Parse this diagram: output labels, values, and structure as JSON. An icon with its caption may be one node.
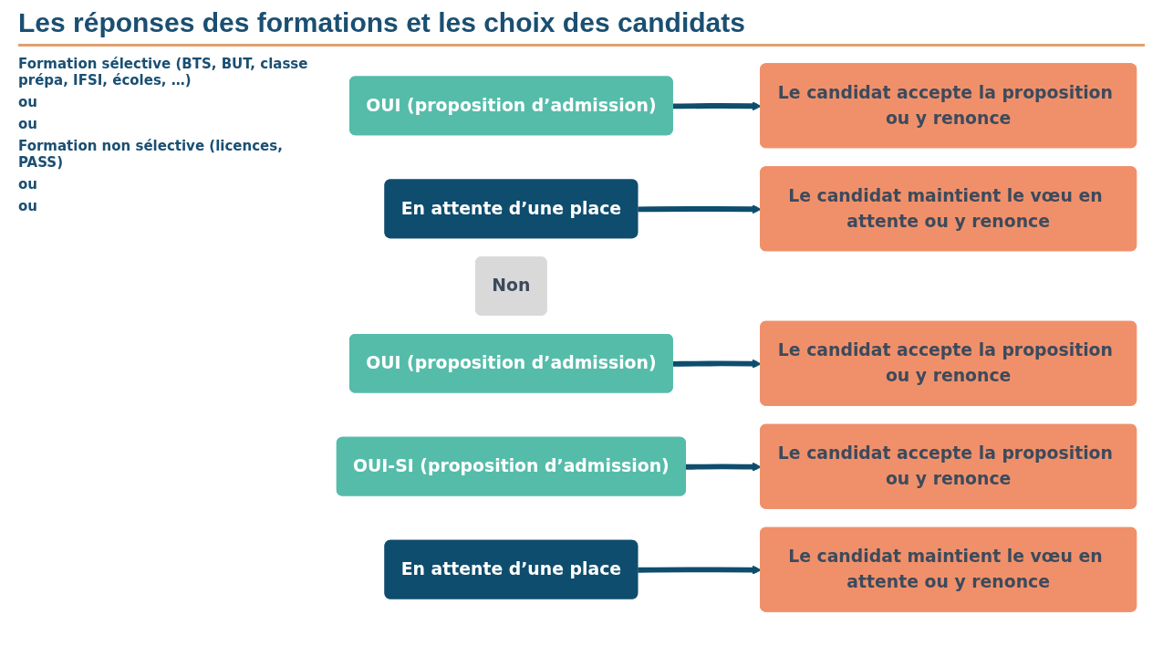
{
  "diagram": {
    "title": "Les réponses des formations et les choix des candidats",
    "nodes": [
      {
        "text": [
          "OUI (proposition d’admission)"
        ]
      },
      {
        "text": [
          "Le candidat accepte la proposition ou y renonce"
        ]
      },
      {
        "text": [
          "En attente d’une place"
        ]
      },
      {
        "text": [
          "Le candidat maintient le vœu en attente ou y renonce"
        ]
      },
      {
        "text": [
          "Non"
        ]
      },
      {
        "text": [
          "OUI (proposition d’admission)"
        ]
      },
      {
        "text": [
          "Le candidat accepte la proposition ou y renonce"
        ]
      },
      {
        "text": [
          "OUI-SI (proposition d’admission)"
        ]
      },
      {
        "text": [
          "Le candidat accepte la proposition ou y renonce"
        ]
      },
      {
        "text": [
          "En attente d’une place"
        ]
      },
      {
        "text": [
          "Le candidat maintient le vœu en attente ou y renonce"
        ]
      }
    ],
    "edges": [
      {
        "from": 0,
        "to": 1,
        "arrow": "to"
      },
      {
        "from": 2,
        "to": 3,
        "arrow": "to"
      },
      {
        "from": 5,
        "to": 6,
        "arrow": "to"
      },
      {
        "from": 7,
        "to": 8,
        "arrow": "to"
      },
      {
        "from": 9,
        "to": 10,
        "arrow": "to"
      }
    ],
    "labels": [
      "Formation sélective (BTS, BUT, classe prépa, IFSI, écoles, …)",
      "ou",
      "ou",
      "Formation non sélective (licences, PASS)",
      "ou",
      "ou"
    ]
  }
}
